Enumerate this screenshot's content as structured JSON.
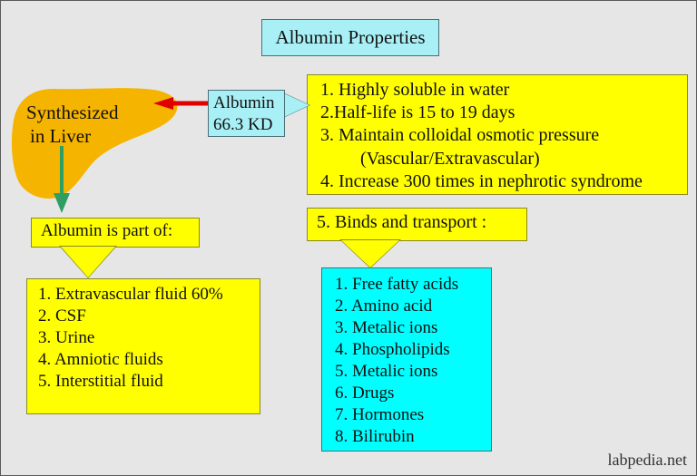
{
  "page": {
    "background_color": "#e6e6e6",
    "watermark": "labpedia.net"
  },
  "title": {
    "label": "Albumin Properties",
    "color": "#a8f0f5"
  },
  "liver": {
    "line1": "Synthesized",
    "line2": "in  Liver",
    "color": "#f5b400"
  },
  "albumin_kd": {
    "line1": "Albumin",
    "line2": "66.3 KD",
    "color": "#a8f0f5"
  },
  "arrows": {
    "red_arrow_color": "#e00000",
    "green_arrow_color": "#2f9e63"
  },
  "properties": {
    "color": "#ffff00",
    "lines": [
      "1. Highly soluble in water",
      "2.Half-life is 15 to 19 days",
      "3. Maintain colloidal osmotic pressure",
      "(Vascular/Extravascular)",
      "4. Increase 300 times in nephrotic syndrome"
    ]
  },
  "binds": {
    "label": "5. Binds and transport :",
    "color": "#ffff00"
  },
  "transport_list": {
    "color": "#00ffff",
    "items": [
      "1. Free fatty acids",
      "2. Amino acid",
      "3. Metalic ions",
      "4. Phospholipids",
      "5. Metalic ions",
      "6. Drugs",
      "7. Hormones",
      "8. Bilirubin"
    ]
  },
  "part_of": {
    "label": "Albumin is part of:",
    "color": "#ffff00"
  },
  "part_of_list": {
    "color": "#ffff00",
    "items": [
      "1. Extravascular fluid 60%",
      "2. CSF",
      "3. Urine",
      "4. Amniotic fluids",
      "5. Interstitial fluid"
    ]
  }
}
